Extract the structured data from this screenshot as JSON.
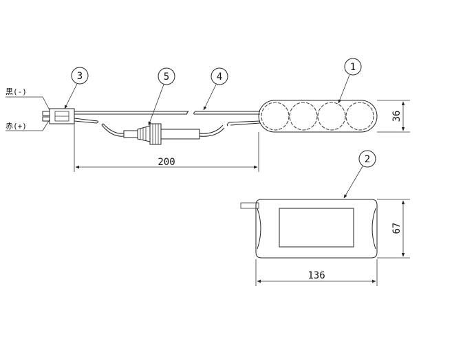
{
  "labels": {
    "black_wire": "黒(-)",
    "red_wire": "赤(+)"
  },
  "callouts": {
    "c1": "1",
    "c2": "2",
    "c3": "3",
    "c4": "4",
    "c5": "5"
  },
  "dimensions": {
    "lead_length": "200",
    "pack_height": "36",
    "wrapped_height": "67",
    "wrapped_width": "136"
  },
  "colors": {
    "line": "#222222",
    "background": "#ffffff"
  }
}
